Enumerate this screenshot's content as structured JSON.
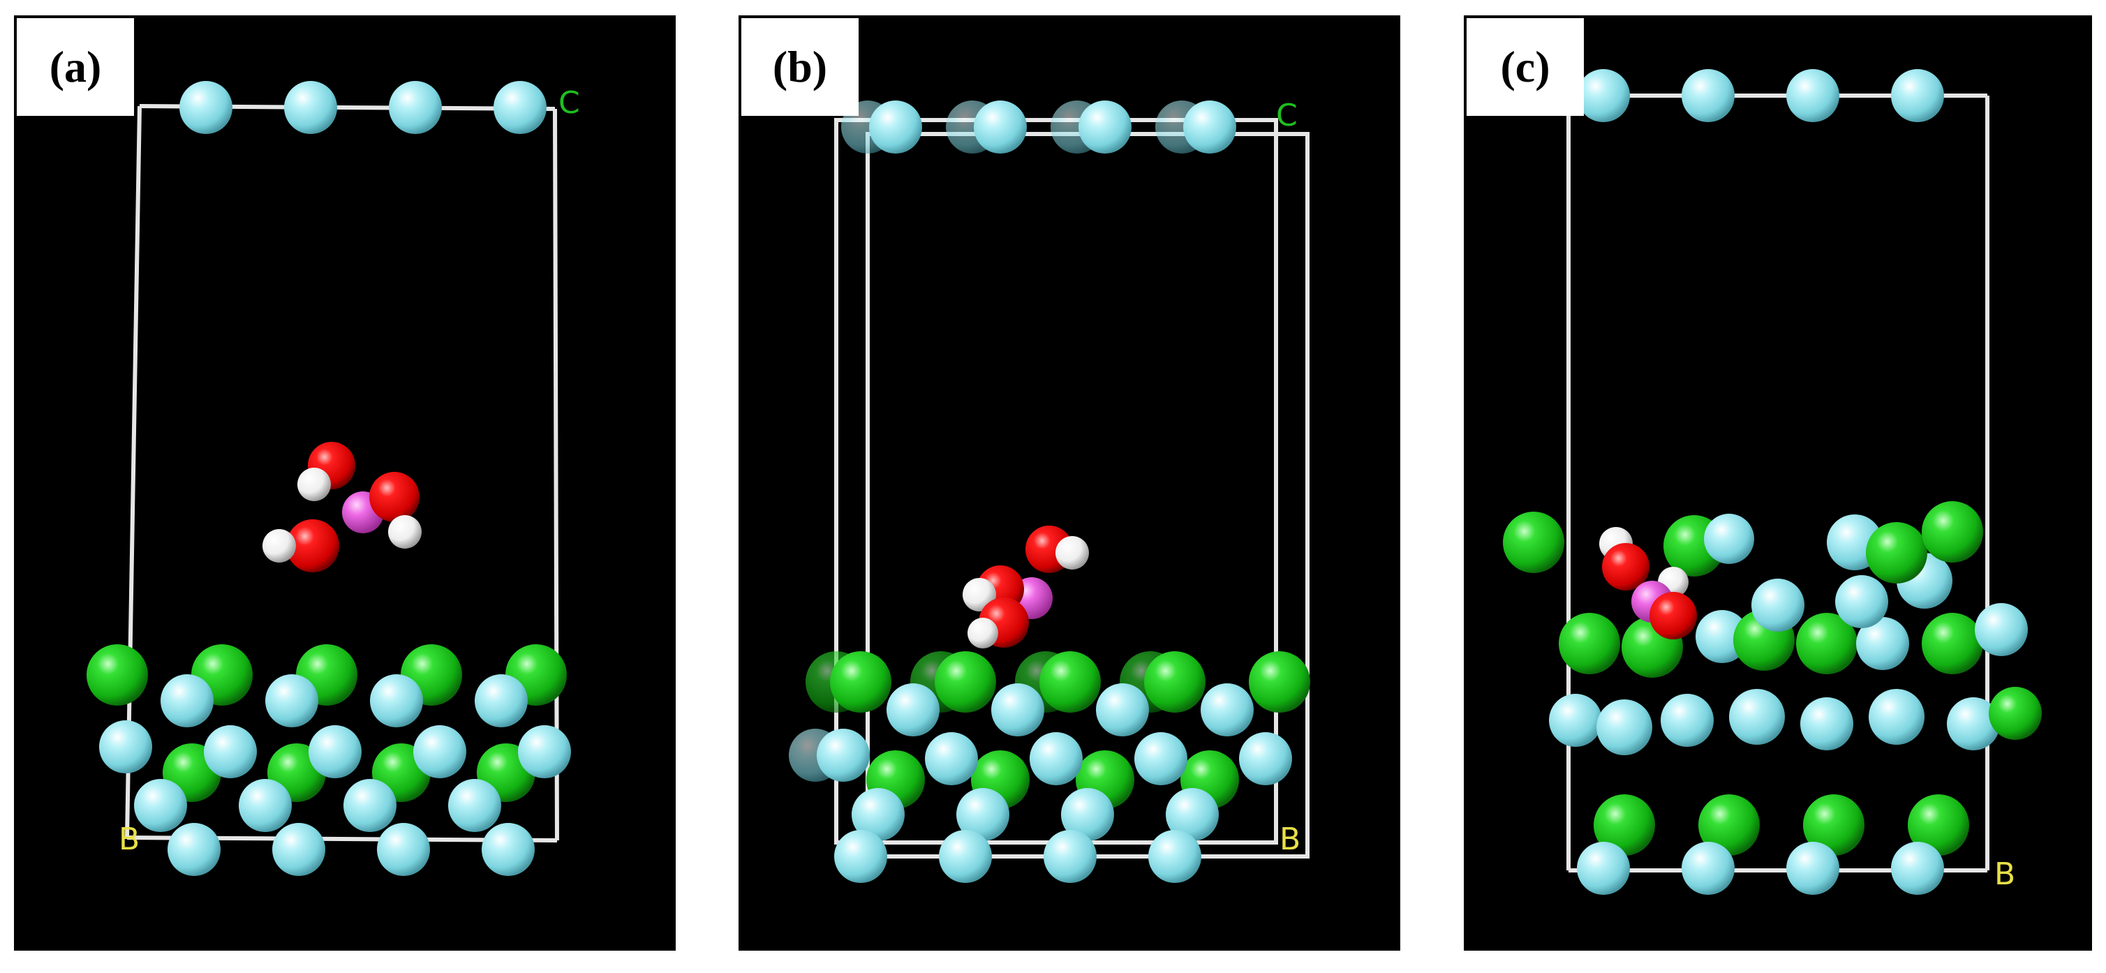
{
  "panels": [
    {
      "label": "(a)",
      "axis_labels": {
        "c": "C",
        "b": "B"
      }
    },
    {
      "label": "(b)",
      "axis_labels": {
        "c": "C",
        "b": "B"
      }
    },
    {
      "label": "(c)",
      "axis_labels": {
        "b": "B"
      }
    }
  ],
  "colors": {
    "background": "#000000",
    "cell_edges": "#e6e6e6",
    "atom_cyan": "#8fe3ec",
    "atom_green": "#1fc21f",
    "atom_red": "#ee1111",
    "atom_white": "#f2f2f2",
    "atom_pink": "#e05ad7",
    "axis_c_label": "#1fbf1f",
    "axis_b_label": "#e8e048",
    "axis_origin": "#ff3030"
  }
}
